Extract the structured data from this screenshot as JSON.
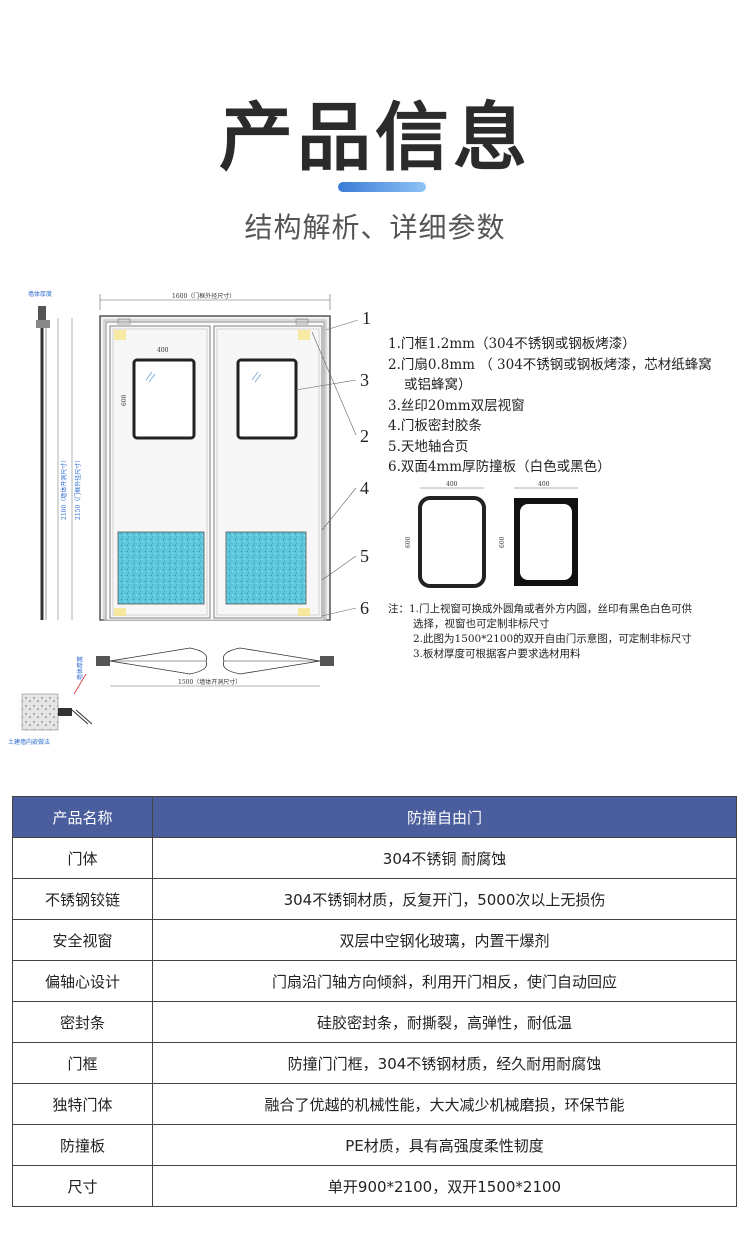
{
  "header": {
    "title": "产品信息",
    "subtitle": "结构解析、详细参数"
  },
  "drawing": {
    "labels": {
      "wall_thickness": "墙体厚度",
      "outer_width": "1600（门框外径尺寸）",
      "window_width": "400",
      "window_height": "600",
      "height_opening": "2100（墙体开洞尺寸）",
      "height_outer": "2150（门框外径尺寸）",
      "bottom_width": "1500（墙体开洞尺寸）",
      "wall_thickness_bottom": "墙体厚度",
      "civil_note": "土建墙内嵌做法",
      "small_window_w1": "400",
      "small_window_w2": "400",
      "small_window_h1": "600",
      "small_window_h2": "600"
    },
    "callouts": [
      "1",
      "3",
      "2",
      "4",
      "5",
      "6"
    ]
  },
  "notes": {
    "items": [
      "1.门框1.2mm（304不锈钢或钢板烤漆）",
      "2.门扇0.8mm （ 304不锈钢或钢板烤漆，芯材纸蜂窝",
      "或铝蜂窝）",
      "3.丝印20mm双层视窗",
      "4.门板密封胶条",
      "5.天地轴合页",
      "6.双面4mm厚防撞板（白色或黑色）"
    ]
  },
  "remarks": {
    "items": [
      "注：1.门上视窗可换成外圆角或者外方内圆，丝印有黑色白色可供",
      "选择，视窗也可定制非标尺寸",
      "2.此图为1500*2100的双开自由门示意图，可定制非标尺寸",
      "3.板材厚度可根据客户要求选材用料"
    ]
  },
  "table": {
    "headers": [
      "产品名称",
      "防撞自由门"
    ],
    "rows": [
      [
        "门体",
        "304不锈铜 耐腐蚀"
      ],
      [
        "不锈钢铰链",
        "304不锈铜材质，反复开门，5000次以上无损伤"
      ],
      [
        "安全视窗",
        "双层中空钢化玻璃，内置干爆剂"
      ],
      [
        "偏轴心设计",
        "门扇沿门轴方向倾斜，利用开门相反，使门自动回应"
      ],
      [
        "密封条",
        "硅胶密封条，耐撕裂，高弹性，耐低温"
      ],
      [
        "门框",
        "防撞门门框，304不锈钢材质，经久耐用耐腐蚀"
      ],
      [
        "独特门体",
        "融合了优越的机械性能，大大减少机械磨损，环保节能"
      ],
      [
        "防撞板",
        "PE材质，具有高强度柔性韧度"
      ],
      [
        "尺寸",
        "单开900*2100，双开1500*2100"
      ]
    ]
  },
  "colors": {
    "header_bg": "#4a5d9c",
    "accent_bar": "#3a7bd5",
    "kickplate": "#5ec8de"
  }
}
